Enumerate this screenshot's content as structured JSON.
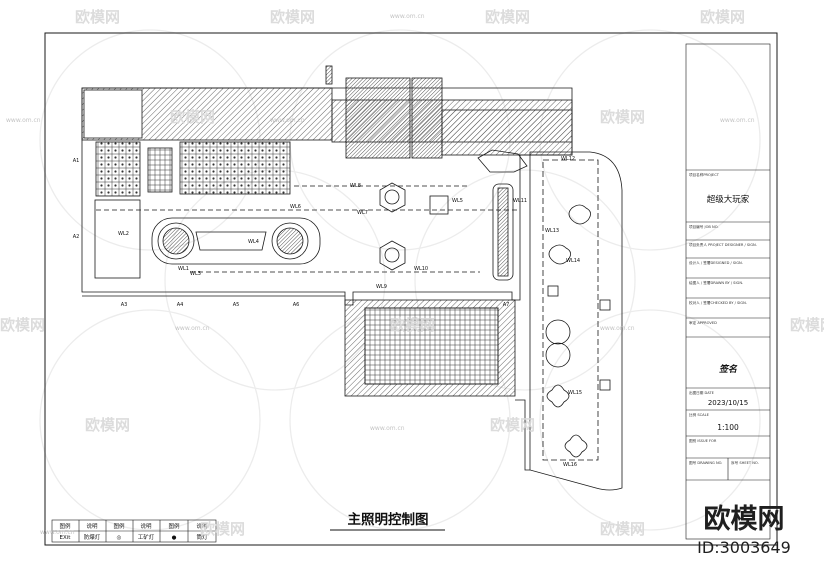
{
  "watermarks": {
    "brand": "欧模网",
    "site": "www.om.cn",
    "corner_brand": "欧模网",
    "corner_id": "ID:3003649"
  },
  "drawing": {
    "title": "主照明控制图",
    "circuits": [
      "WL1",
      "WL2",
      "WL3",
      "WL4",
      "WL5",
      "WL6",
      "WL7",
      "WL8",
      "WL9",
      "WL10",
      "WL11",
      "WL12",
      "WL13",
      "WL14",
      "WL15",
      "WL16"
    ],
    "axis_tags": [
      "A1",
      "A2",
      "A3",
      "A4",
      "A5",
      "A6",
      "A7"
    ]
  },
  "title_block": {
    "project_label": "项目名称PROJECT",
    "project_name": "超级大玩家",
    "job_no_label": "项目编号 JOB NO.",
    "leader_label": "项目负责人 PROJECT DESIGNER / SIGN.",
    "designer_label": "设计人 / 签署DESIGNED / SIGN.",
    "drawer_label": "绘图人 / 签署DRAWN BY / SIGN.",
    "checker_label": "校对人 / 签署CHECKED BY / SIGN.",
    "approved_label": "审定 APPROVED",
    "signature_text": "签名",
    "date_label": "出图日期 DATE",
    "date": "2023/10/15",
    "scale_label": "比例 SCALE",
    "scale": "1:100",
    "issue_label": "图别 ISSUE FOR",
    "drawing_no_label": "图号 DRAWING NO.",
    "sheet_label": "序号 SHEET NO."
  },
  "legend": {
    "headers": [
      "图例",
      "说明",
      "图例",
      "说明",
      "图例",
      "说明"
    ],
    "items": [
      {
        "symbol": "EXit",
        "desc": "防爆灯"
      },
      {
        "symbol": "◎",
        "desc": "工矿灯"
      },
      {
        "symbol": "●",
        "desc": "筒灯"
      }
    ]
  },
  "colors": {
    "line": "#1a1a1a",
    "hatch": "#555555",
    "watermark": "#d6d6d6"
  }
}
